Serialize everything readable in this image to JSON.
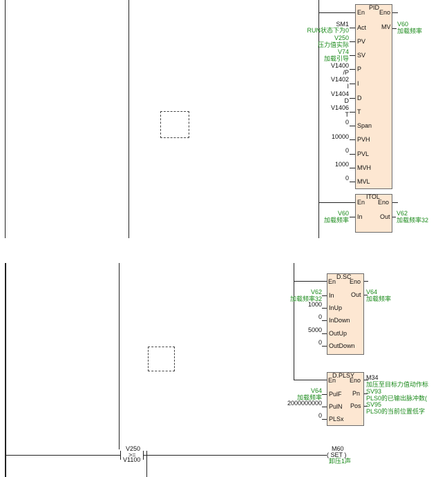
{
  "rung1": {
    "pid": {
      "title": "PID",
      "en": "En",
      "eno": "Eno",
      "pins": [
        "Act",
        "PV",
        "SV",
        "P",
        "I",
        "D",
        "T",
        "Span",
        "PVH",
        "PVL",
        "MVH",
        "MVL"
      ],
      "mv": "MV",
      "inputs": {
        "act_op": "SM1",
        "act_cmt": "RUN状态下为0",
        "pv_op": "V250",
        "pv_cmt": "压力值实际",
        "sv_op": "V74",
        "sv_cmt": "加载引导",
        "p_op": "V1400",
        "p_cmt": "/P",
        "i_op": "V1402",
        "i_cmt": "I",
        "d_op": "V1404",
        "d_cmt": "D",
        "t_op": "V1406",
        "t_cmt": "T",
        "span": "0",
        "pvh": "10000",
        "pvl": "0",
        "mvh": "1000",
        "mvl": "0"
      },
      "mv_op": "V60",
      "mv_cmt": "加载频率"
    },
    "itol": {
      "title": "ITOL",
      "en": "En",
      "eno": "Eno",
      "in": "In",
      "out": "Out",
      "in_op": "V60",
      "in_cmt": "加载频率",
      "out_op": "V62",
      "out_cmt": "加载频率32"
    }
  },
  "rung2": {
    "dsc": {
      "title": "D.SC",
      "en": "En",
      "eno": "Eno",
      "pins": [
        "In",
        "InUp",
        "InDown",
        "OutUp",
        "OutDown"
      ],
      "out": "Out",
      "in_op": "V62",
      "in_cmt": "加载频率32",
      "inup": "1000",
      "indown": "0",
      "outup": "5000",
      "outdown": "0",
      "out_op": "V64",
      "out_cmt": "加载频率"
    },
    "plsy": {
      "title": "D.PLSY",
      "en": "En",
      "eno": "Eno",
      "pins": [
        "PulF",
        "PulN",
        "PLSx"
      ],
      "pn": "Pn",
      "pos": "Pos",
      "eno_op": "M34",
      "eno_cmt": "加压至目标力值动作标",
      "pn_op": "SV93",
      "pn_cmt": "PLS0的已输出脉冲数(",
      "pos_op": "SV95",
      "pos_cmt": "PLS0的当前位置低字",
      "pulf_op": "V64",
      "pulf_cmt": "加载频率",
      "puln": "2000000000",
      "plsx": "0"
    }
  },
  "rung3": {
    "cmp_top": "V250",
    "cmp_op": ">=",
    "cmp_bot": "V1100",
    "coil_op": "M60",
    "coil_type": "( SET )",
    "coil_cmt": "卸压1声"
  }
}
